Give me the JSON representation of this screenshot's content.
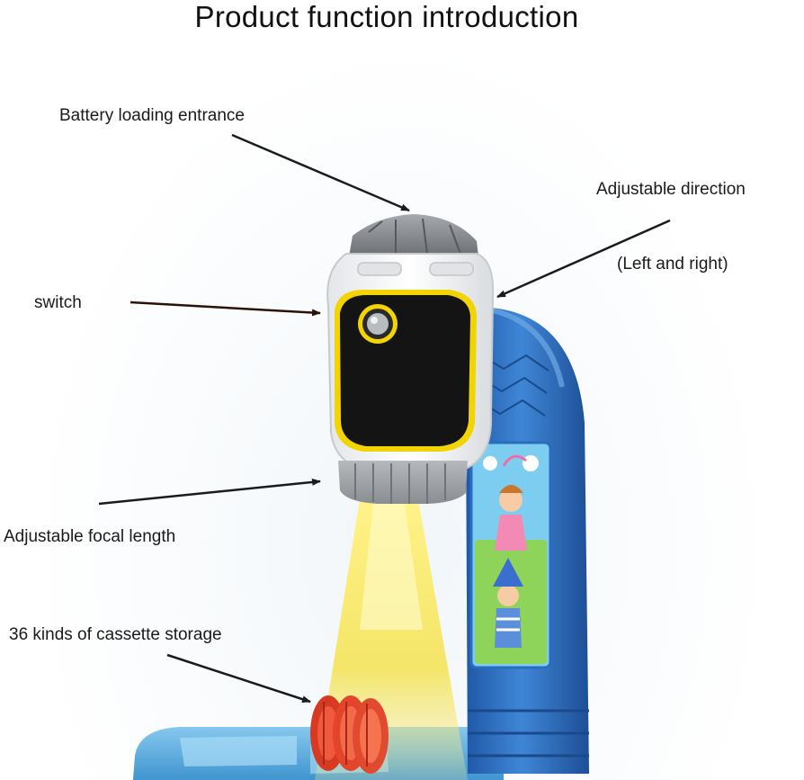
{
  "title": "Product function introduction",
  "callouts": {
    "battery": "Battery loading entrance",
    "direction": "Adjustable direction",
    "direction_sub": "(Left and right)",
    "switch": "switch",
    "focal": "Adjustable focal length",
    "storage": "36 kinds of cassette storage"
  },
  "colors": {
    "projector_body": "#f2f3f5",
    "projector_cap": "#8c8f93",
    "lens_panel": "#141414",
    "accent_ring": "#f2d400",
    "arm_blue": "#2a6cc0",
    "beam_yellow": "#f7e85a",
    "cassette_red": "#e2452b",
    "base_light_blue": "#5fb0e2"
  }
}
